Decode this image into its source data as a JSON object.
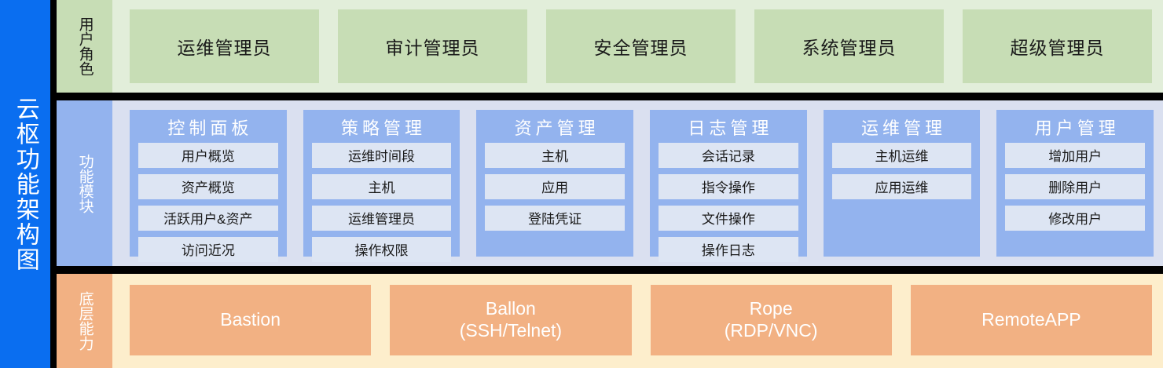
{
  "diagram": {
    "title": "云枢功能架构图",
    "accent_color": "#0a6ef0"
  },
  "rows": {
    "roles": {
      "label": "用户角色",
      "band_color": "#c7ddb5",
      "background_color": "#e2eeda",
      "cards": [
        {
          "label": "运维管理员"
        },
        {
          "label": "审计管理员"
        },
        {
          "label": "安全管理员"
        },
        {
          "label": "系统管理员"
        },
        {
          "label": "超级管理员"
        }
      ]
    },
    "modules": {
      "label": "功能模块",
      "band_color": "#93b3ee",
      "background_color": "#dae0f0",
      "cards": [
        {
          "title": "控制面板",
          "items": [
            "用户概览",
            "资产概览",
            "活跃用户&资产",
            "访问近况"
          ]
        },
        {
          "title": "策略管理",
          "items": [
            "运维时间段",
            "主机",
            "运维管理员",
            "操作权限"
          ]
        },
        {
          "title": "资产管理",
          "items": [
            "主机",
            "应用",
            "登陆凭证"
          ]
        },
        {
          "title": "日志管理",
          "items": [
            "会话记录",
            "指令操作",
            "文件操作",
            "操作日志"
          ]
        },
        {
          "title": "运维管理",
          "items": [
            "主机运维",
            "应用运维"
          ]
        },
        {
          "title": "用户管理",
          "items": [
            "增加用户",
            "删除用户",
            "修改用户"
          ]
        }
      ]
    },
    "platform": {
      "label": "底层能力",
      "band_color": "#f2b183",
      "background_color": "#fdeecc",
      "cards": [
        {
          "label": "Bastion"
        },
        {
          "label": "Ballon\n(SSH/Telnet)"
        },
        {
          "label": "Rope\n(RDP/VNC)"
        },
        {
          "label": "RemoteAPP"
        }
      ]
    }
  }
}
